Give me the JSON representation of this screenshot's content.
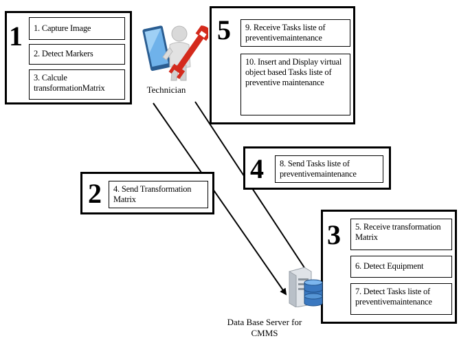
{
  "groups": [
    {
      "number": "1",
      "steps": [
        "1. Capture Image",
        "2. Detect Markers",
        "3. Calcule transformationMatrix"
      ]
    },
    {
      "number": "2",
      "steps": [
        "4. Send  Transformation Matrix"
      ]
    },
    {
      "number": "3",
      "steps": [
        "5. Receive transformation Matrix",
        "6. Detect Equipment",
        "7. Detect Tasks liste of preventivemaintenance"
      ]
    },
    {
      "number": "4",
      "steps": [
        "8. Send Tasks liste of preventivemaintenance"
      ]
    },
    {
      "number": "5",
      "steps": [
        "9. Receive Tasks liste of preventivemaintenance",
        "10. Insert and Display virtual object based Tasks liste of preventive maintenance"
      ]
    }
  ],
  "actors": {
    "technician": "Technician",
    "server": "Data Base Server for CMMS"
  },
  "colors": {
    "line": "#000000",
    "wrench": "#d42a1c",
    "tablet": "#3e86c9",
    "database": "#3a78c0"
  },
  "icons": {
    "technician": "technician-with-wrench-icon",
    "server": "database-server-icon"
  }
}
